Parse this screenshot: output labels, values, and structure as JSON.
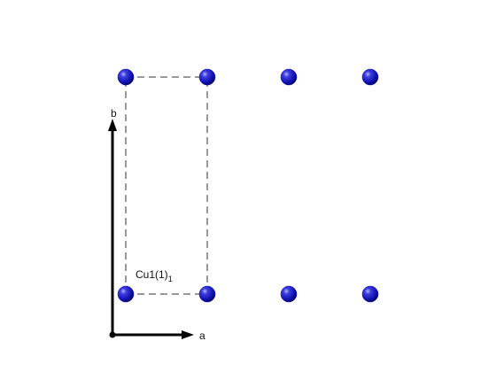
{
  "structure": {
    "atom_label": "Cu1(1)",
    "atom_label_subscript": "1",
    "atom_color": "#1010c8",
    "atoms": [
      {
        "a": 0,
        "b": 0
      },
      {
        "a": 1,
        "b": 0
      },
      {
        "a": 2,
        "b": 0
      },
      {
        "a": 3,
        "b": 0
      },
      {
        "a": 0,
        "b": 1
      },
      {
        "a": 1,
        "b": 1
      },
      {
        "a": 2,
        "b": 1
      },
      {
        "a": 3,
        "b": 1
      }
    ],
    "unit_cell": {
      "a_extent": 1,
      "b_extent": 1
    },
    "axes": {
      "a_label": "a",
      "b_label": "b",
      "color": "#000000"
    }
  }
}
